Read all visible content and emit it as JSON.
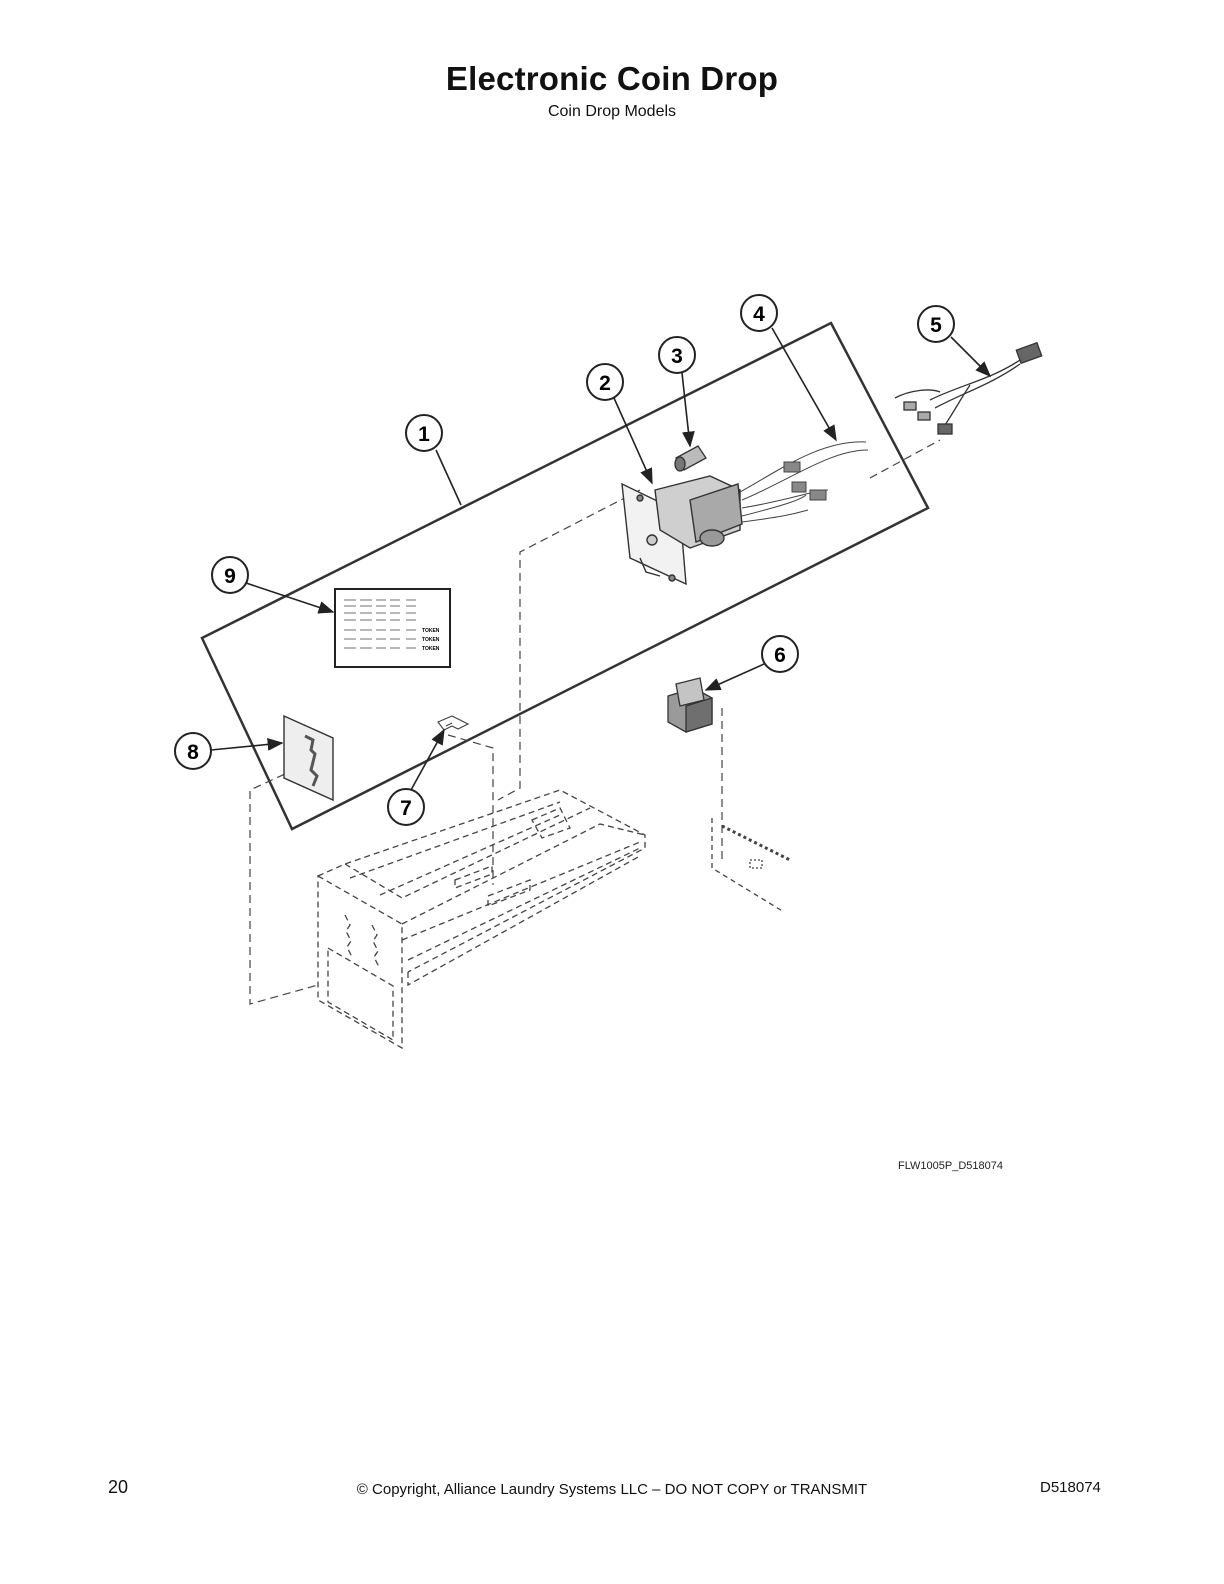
{
  "header": {
    "title": "Electronic Coin Drop",
    "subtitle": "Coin Drop Models"
  },
  "diagram": {
    "drawing_code": "FLW1005P_D518074",
    "callouts": [
      "1",
      "2",
      "3",
      "4",
      "5",
      "6",
      "7",
      "8",
      "9"
    ],
    "decal_token_labels": [
      "TOKEN",
      "TOKEN",
      "TOKEN"
    ]
  },
  "footer": {
    "page_number": "20",
    "copyright": "© Copyright, Alliance Laundry Systems LLC – DO NOT COPY or TRANSMIT",
    "doc_number": "D518074"
  }
}
